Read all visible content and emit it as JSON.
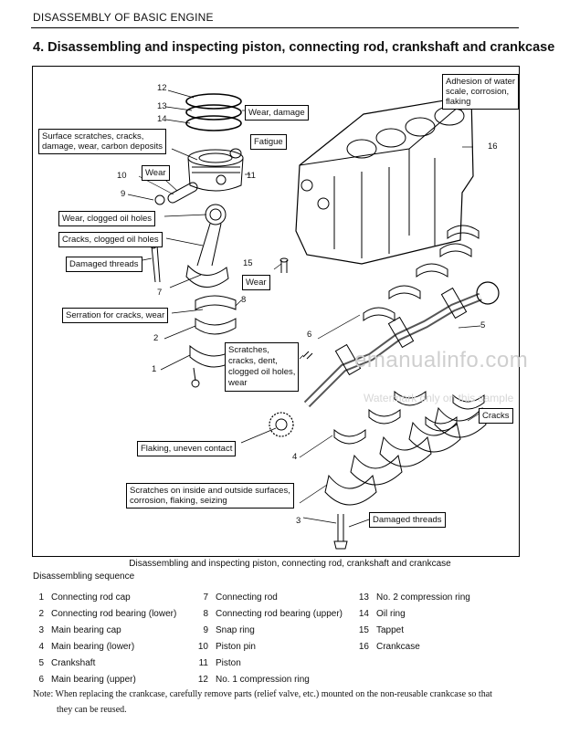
{
  "header": {
    "section": "DISASSEMBLY OF BASIC ENGINE",
    "title": "4. Disassembling and inspecting piston, connecting rod, crankshaft and crankcase"
  },
  "figure": {
    "caption": "Disassembling and inspecting piston, connecting rod, crankshaft and crankcase",
    "callouts": {
      "wear_damage": "Wear, damage",
      "surface_line1": "Surface scratches, cracks,",
      "surface_line2": "damage, wear, carbon deposits",
      "fatigue": "Fatigue",
      "wear_pin": "Wear",
      "clogged_holes": "Wear, clogged oil holes",
      "cracks_clogged": "Cracks, clogged oil holes",
      "damaged_threads_rod": "Damaged threads",
      "serration": "Serration for cracks, wear",
      "wear_tappet": "Wear",
      "adhesion_line1": "Adhesion of water",
      "adhesion_line2": "scale, corrosion,",
      "adhesion_line3": "flaking",
      "crank_line1": "Scratches,",
      "crank_line2": "cracks, dent,",
      "crank_line3": "clogged oil holes,",
      "crank_line4": "wear",
      "cracks": "Cracks",
      "flaking": "Flaking, uneven contact",
      "scratches_line1": "Scratches on inside and outside surfaces,",
      "scratches_line2": "corrosion, flaking, seizing",
      "damaged_threads_cap": "Damaged threads"
    },
    "numbers": {
      "n1": "1",
      "n2": "2",
      "n3": "3",
      "n4": "4",
      "n5": "5",
      "n6": "6",
      "n7": "7",
      "n8": "8",
      "n9": "9",
      "n10": "10",
      "n11": "11",
      "n12": "12",
      "n13": "13",
      "n14": "14",
      "n15": "15",
      "n16": "16"
    },
    "watermark": "emanualinfo.com",
    "watermark_sub": "Watermark only on this sample"
  },
  "sequence": {
    "label": "Disassembling sequence",
    "col1": [
      {
        "n": "1",
        "text": "Connecting rod cap"
      },
      {
        "n": "2",
        "text": "Connecting rod bearing (lower)"
      },
      {
        "n": "3",
        "text": "Main bearing cap"
      },
      {
        "n": "4",
        "text": "Main bearing (lower)"
      },
      {
        "n": "5",
        "text": "Crankshaft"
      },
      {
        "n": "6",
        "text": "Main bearing (upper)"
      }
    ],
    "col2": [
      {
        "n": "7",
        "text": "Connecting rod"
      },
      {
        "n": "8",
        "text": "Connecting rod bearing (upper)"
      },
      {
        "n": "9",
        "text": "Snap ring"
      },
      {
        "n": "10",
        "text": "Piston pin"
      },
      {
        "n": "11",
        "text": "Piston"
      },
      {
        "n": "12",
        "text": "No. 1 compression ring"
      }
    ],
    "col3": [
      {
        "n": "13",
        "text": "No. 2 compression ring"
      },
      {
        "n": "14",
        "text": "Oil ring"
      },
      {
        "n": "15",
        "text": "Tappet"
      },
      {
        "n": "16",
        "text": "Crankcase"
      }
    ]
  },
  "note": {
    "line1": "Note:  When replacing the crankcase, carefully remove parts (relief valve, etc.) mounted on the non-reusable crankcase so that",
    "line2": "they can be reused."
  }
}
